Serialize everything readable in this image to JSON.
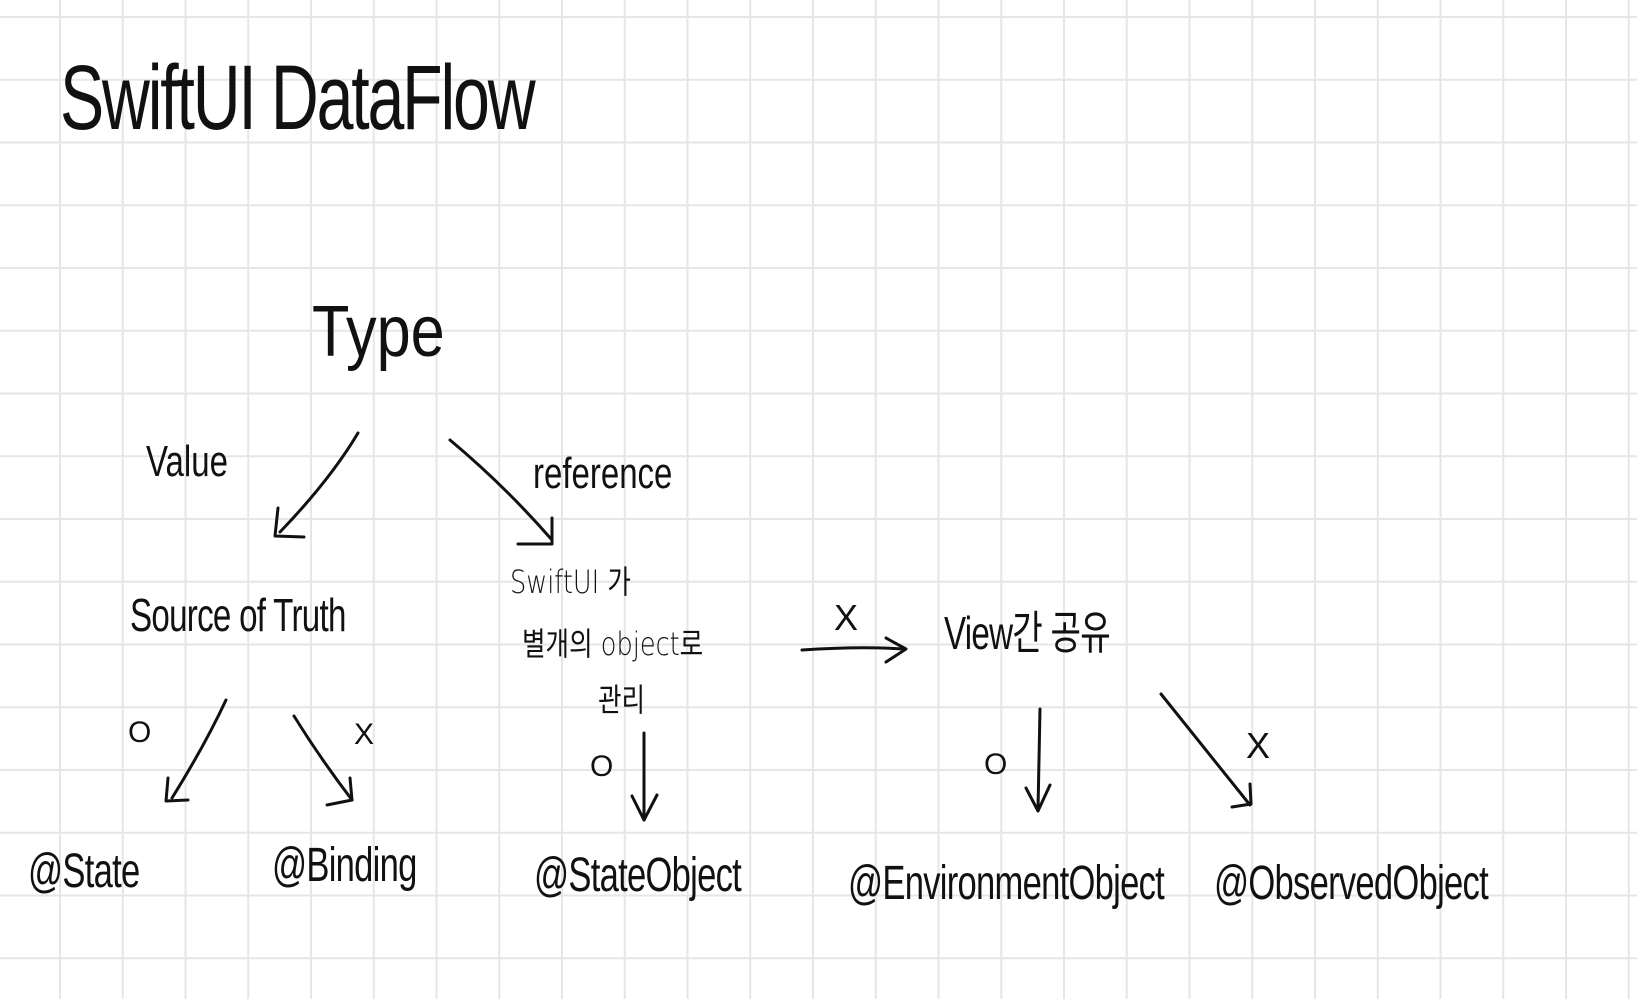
{
  "title": "SwiftUI DataFlow",
  "diagram": {
    "root": {
      "label": "Type"
    },
    "edges_from_root": [
      {
        "label": "Value",
        "to": "source_of_truth"
      },
      {
        "label": "reference",
        "to": "swiftui_managed"
      }
    ],
    "source_of_truth": {
      "label": "Source of Truth",
      "yes_mark": "O",
      "no_mark": "X",
      "yes_leaf": "@State",
      "no_leaf": "@Binding"
    },
    "swiftui_managed": {
      "line1": "SwiftUI 가",
      "line2": "별개의 object로",
      "line3": "관리",
      "yes_mark": "O",
      "yes_leaf": "@StateObject",
      "no_mark": "X",
      "no_target": "view_shared"
    },
    "view_shared": {
      "label": "View간 공유",
      "yes_mark": "O",
      "no_mark": "X",
      "yes_leaf": "@EnvironmentObject",
      "no_leaf": "@ObservedObject"
    }
  },
  "colors": {
    "ink": "#111111",
    "grid": "#e6e6e6",
    "background": "#ffffff"
  }
}
